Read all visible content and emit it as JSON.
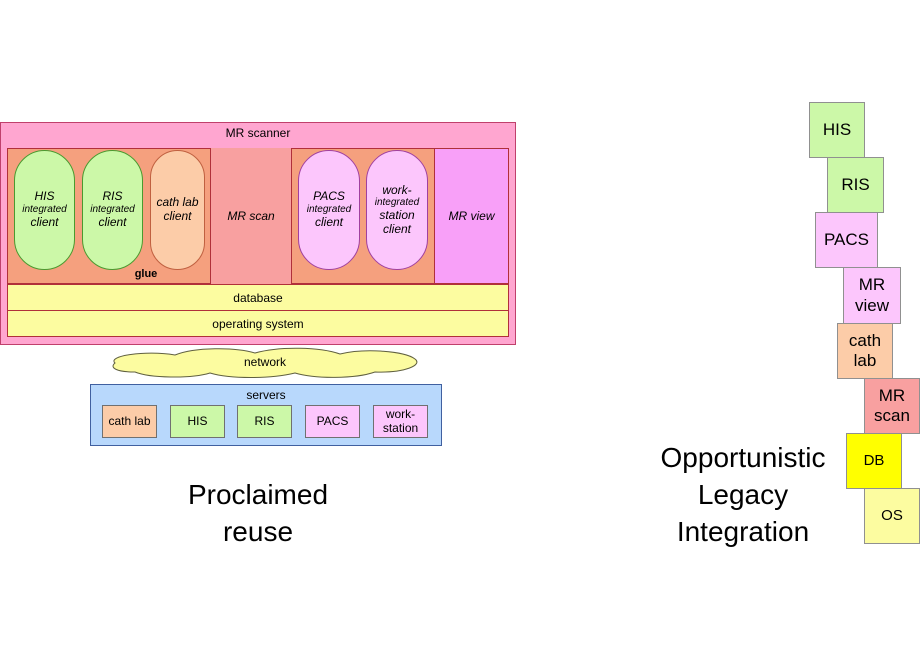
{
  "left": {
    "scanner_title": "MR scanner",
    "glue_label": "glue",
    "clients": [
      {
        "name": "HIS",
        "sub": "integrated",
        "suffix": "client"
      },
      {
        "name": "RIS",
        "sub": "integrated",
        "suffix": "client"
      },
      {
        "line1": "cath lab",
        "line2": "client"
      },
      {
        "name": "PACS",
        "sub": "integrated",
        "suffix": "client"
      },
      {
        "line1": "work-",
        "sub": "integrated",
        "line2": "station",
        "suffix": "client"
      }
    ],
    "mr_scan": "MR scan",
    "mr_view": "MR view",
    "database": "database",
    "operating_system": "operating system",
    "network": "network",
    "servers_title": "servers",
    "servers": [
      {
        "line1": "cath lab"
      },
      {
        "line1": "HIS"
      },
      {
        "line1": "RIS"
      },
      {
        "line1": "PACS"
      },
      {
        "line1": "work-",
        "line2": "station"
      }
    ],
    "caption_line1": "Proclaimed",
    "caption_line2": "reuse"
  },
  "right": {
    "stack": [
      {
        "line1": "HIS",
        "color": "#ccf8a8"
      },
      {
        "line1": "RIS",
        "color": "#ccf8a8"
      },
      {
        "line1": "PACS",
        "color": "#fcc6fc"
      },
      {
        "line1": "MR",
        "line2": "view",
        "color": "#fcc6fc"
      },
      {
        "line1": "cath",
        "line2": "lab",
        "color": "#fccca8"
      },
      {
        "line1": "MR",
        "line2": "scan",
        "color": "#f8a0a0"
      },
      {
        "line1": "DB",
        "color": "#ffff00"
      },
      {
        "line1": "OS",
        "color": "#fcfca0"
      }
    ],
    "caption_line1": "Opportunistic",
    "caption_line2": "Legacy",
    "caption_line3": "Integration"
  }
}
